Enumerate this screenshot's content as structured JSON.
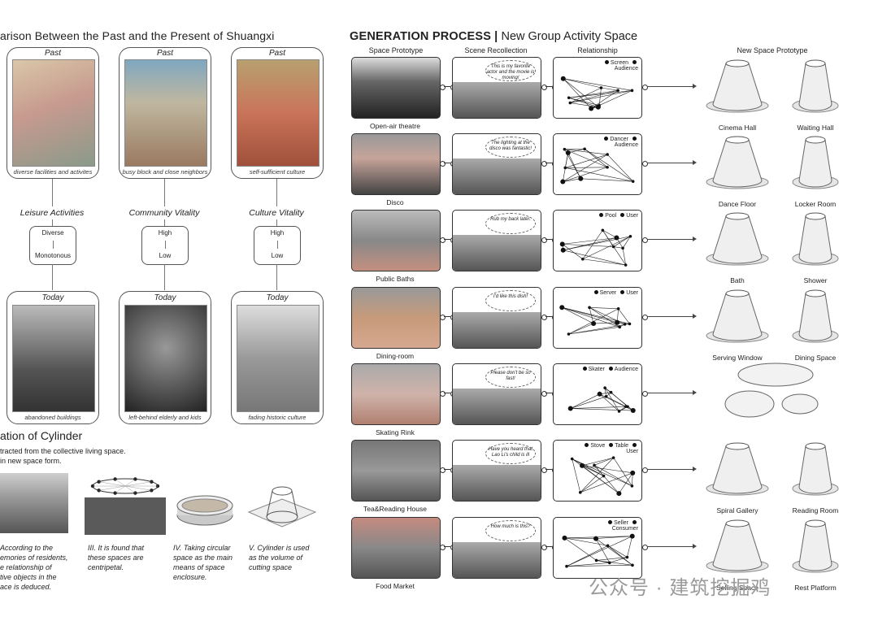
{
  "left": {
    "heading": "arison Between the Past and the Present of Shuangxi",
    "columns": [
      {
        "past_label": "Past",
        "past_caption": "diverse facilities and activites",
        "category": "Leisure Activities",
        "level_high": "Diverse",
        "level_low": "Monotonous",
        "today_label": "Today",
        "today_caption": "abandoned  buildings"
      },
      {
        "past_label": "Past",
        "past_caption": "busy block and close neighbors",
        "category": "Community Vitality",
        "level_high": "High",
        "level_low": "Low",
        "today_label": "Today",
        "today_caption": "left-behind elderly and  kids"
      },
      {
        "past_label": "Past",
        "past_caption": "self-sufficient culture",
        "category": "Culture Vitality",
        "level_high": "High",
        "level_low": "Low",
        "today_label": "Today",
        "today_caption": "fading historic culture"
      }
    ],
    "evolution": {
      "heading": "ation of Cylinder",
      "intro_line1": "tracted from the collective living space.",
      "intro_line2": "in new space form.",
      "steps": [
        {
          "text": "According to the\nemories of residents,\ne relationship of\ntive objects in the\nace is deduced."
        },
        {
          "text": "III. It is found that\nthese spaces are\ncentripetal."
        },
        {
          "text": "IV. Taking circular\nspace as the main\nmeans of space\nenclosure."
        },
        {
          "text": "V. Cylinder is used\nas the volume of\ncutting space"
        }
      ]
    }
  },
  "right": {
    "heading_bold": "GENERATION PROCESS",
    "heading_sep": "|",
    "heading_rest": "New Group Activity Space",
    "col_headers": [
      "Space Prototype",
      "Scene Recollection",
      "Relationship",
      "New Space Prototype"
    ],
    "rows": [
      {
        "prototype": "Open-air theatre",
        "quote": "This is my favorite actor and the movie is moving!",
        "legend": [
          "Screen",
          "Audience"
        ],
        "outputs": [
          "Cinema Hall",
          "Waiting Hall"
        ]
      },
      {
        "prototype": "Disco",
        "quote": "The lighting at the disco was fantastic!",
        "legend": [
          "Dancer",
          "Audience"
        ],
        "outputs": [
          "Dance Floor",
          "Locker Room"
        ]
      },
      {
        "prototype": "Public Baths",
        "quote": "Rub my back later.",
        "legend": [
          "Pool",
          "User"
        ],
        "outputs": [
          "Bath",
          "Shower"
        ]
      },
      {
        "prototype": "Dining-room",
        "quote": "I'd like this dish!",
        "legend": [
          "Server",
          "User"
        ],
        "outputs": [
          "Serving Window",
          "Dining Space"
        ]
      },
      {
        "prototype": "Skating Rink",
        "quote": "Please don't be so fast!",
        "legend": [
          "Skater",
          "Audience"
        ],
        "outputs": []
      },
      {
        "prototype": "Tea&Reading House",
        "quote": "Have you heard that Lao Li's child is ill",
        "legend": [
          "Stove",
          "Table",
          "User"
        ],
        "outputs": [
          "Spiral Gallery",
          "Reading Room"
        ]
      },
      {
        "prototype": "Food Market",
        "quote": "How much is this?",
        "legend": [
          "Seller",
          "Consumer"
        ],
        "outputs": [
          "Selling Space",
          "Rest Platform"
        ]
      }
    ]
  },
  "watermark": "公众号 · 建筑挖掘鸡"
}
